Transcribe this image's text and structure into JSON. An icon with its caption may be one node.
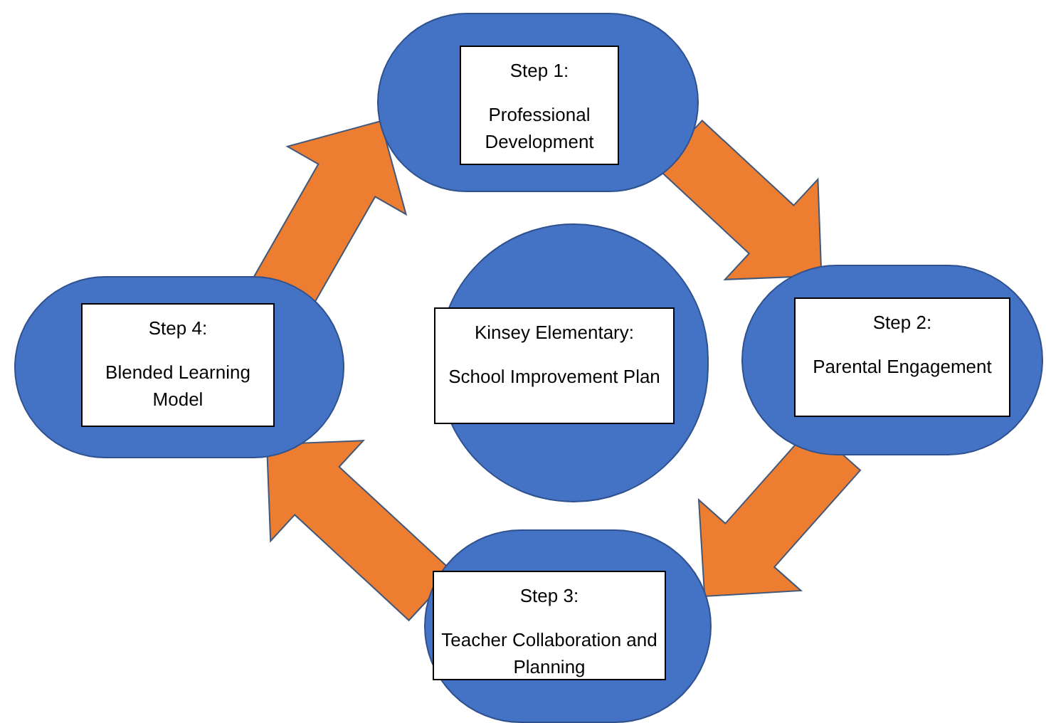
{
  "diagram": {
    "nodes": [
      {
        "text": [],
        "shape": "circle"
      },
      {
        "text": [
          "Step 1:",
          "Professional Development"
        ],
        "in": 0
      },
      {
        "text": [],
        "shape": "circle"
      },
      {
        "text": [
          "Step 4:",
          "Blended Learning Model"
        ],
        "in": 2
      },
      {
        "text": [],
        "shape": "circle"
      },
      {
        "text": [
          "Kinsey Elementary:",
          "School Improvement Plan"
        ],
        "in": 4
      },
      {
        "text": [],
        "shape": "circle"
      },
      {
        "text": [
          "Step 2:",
          "Parental Engagement"
        ],
        "in": 6
      },
      {
        "text": [],
        "shape": "circle"
      },
      {
        "text": [
          "Step 3:",
          "Teacher Collaboration and Planning"
        ],
        "in": 8
      }
    ],
    "edges": [
      {
        "from": 2,
        "to": 0,
        "arrow": "to",
        "style": "thick",
        "color": "#ed7d31"
      },
      {
        "from": 0,
        "to": 6,
        "arrow": "to",
        "style": "thick",
        "color": "#ed7d31"
      },
      {
        "from": 6,
        "to": 8,
        "arrow": "to",
        "style": "thick",
        "color": "#ed7d31"
      },
      {
        "from": 8,
        "to": 2,
        "arrow": "to",
        "style": "thick",
        "color": "#ed7d31"
      }
    ]
  }
}
